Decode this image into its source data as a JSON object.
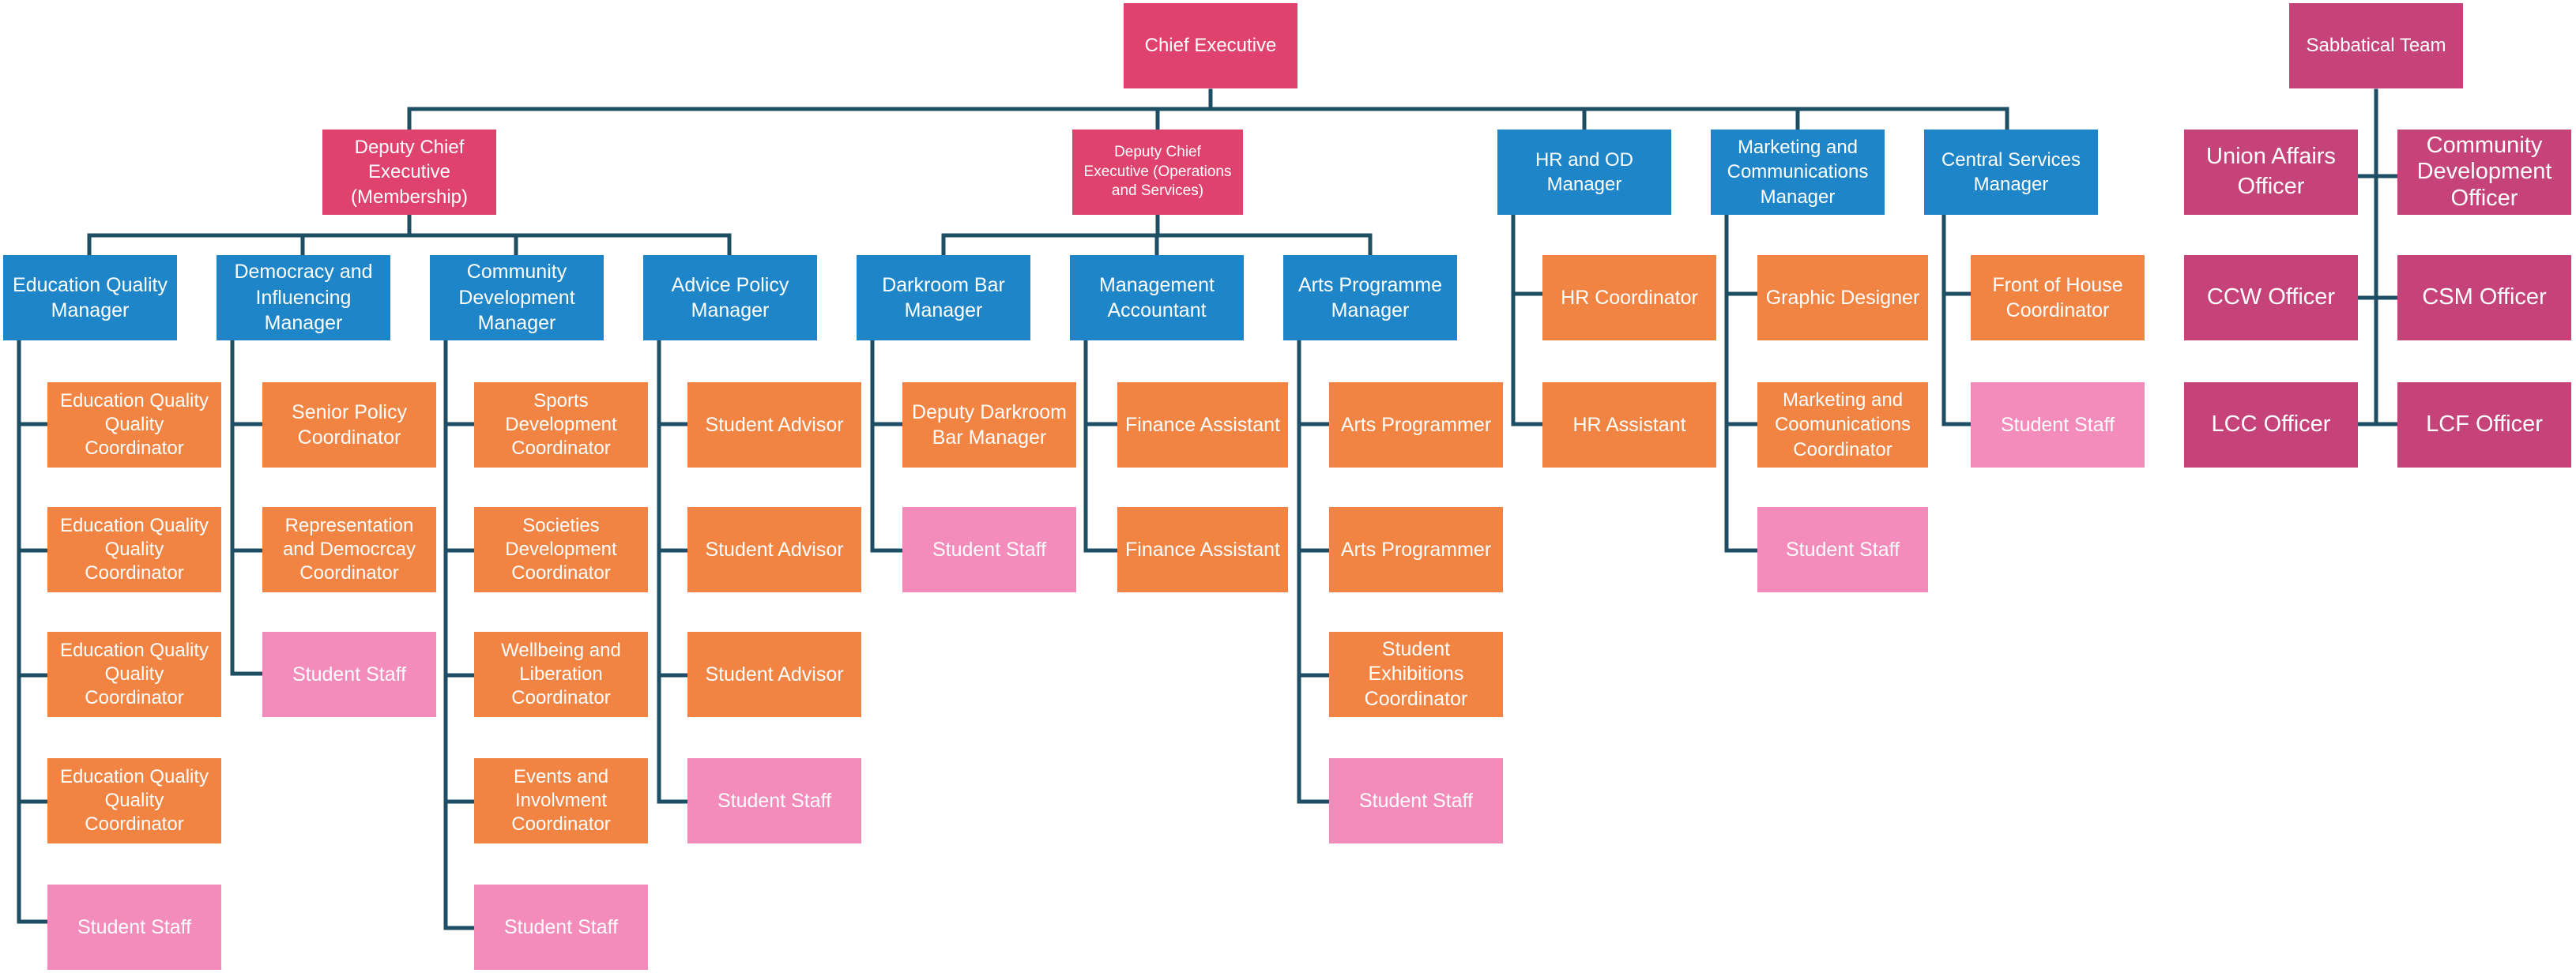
{
  "colors": {
    "executive": "#e0426e",
    "manager": "#1e86c8",
    "staff": "#f28443",
    "student": "#f38bbb",
    "sabbatical": "#c6437a",
    "line": "#1d4e63"
  },
  "nodes": {
    "chief_executive": "Chief Executive",
    "sabbatical_team": "Sabbatical Team",
    "deputy_membership": "Deputy Chief\nExecutive\n(Membership)",
    "deputy_operations": "Deputy Chief\nExecutive (Operations\nand Services)",
    "hr_od_manager": "HR and OD\nManager",
    "marketing_manager": "Marketing and\nCommunications\nManager",
    "central_services_manager": "Central Services\nManager",
    "union_affairs": "Union Affairs\nOfficer",
    "community_dev_officer": "Community\nDevelopment\nOfficer",
    "ccw_officer": "CCW Officer",
    "csm_officer": "CSM Officer",
    "lcc_officer": "LCC Officer",
    "lcf_officer": "LCF Officer",
    "education_quality_manager": "Education Quality\nManager",
    "democracy_manager": "Democracy and\nInfluencing\nManager",
    "community_dev_manager": "Community\nDevelopment\nManager",
    "advice_policy_manager": "Advice Policy\nManager",
    "darkroom_manager": "Darkroom Bar\nManager",
    "management_accountant": "Management\nAccountant",
    "arts_programme_manager": "Arts Programme\nManager",
    "eq_coord_1": "Education Quality\nQuality\nCoordinator",
    "eq_coord_2": "Education Quality\nQuality\nCoordinator",
    "eq_coord_3": "Education Quality\nQuality\nCoordinator",
    "eq_coord_4": "Education Quality\nQuality\nCoordinator",
    "eq_student_staff": "Student Staff",
    "senior_policy": "Senior Policy\nCoordinator",
    "representation": "Representation\nand Democrcay\nCoordinator",
    "dem_student_staff": "Student Staff",
    "sports_dev": "Sports\nDevelopment\nCoordinator",
    "societies_dev": "Societies\nDevelopment\nCoordinator",
    "wellbeing": "Wellbeing and\nLiberation\nCoordinator",
    "events": "Events and\nInvolvment\nCoordinator",
    "cd_student_staff": "Student Staff",
    "advisor_1": "Student Advisor",
    "advisor_2": "Student Advisor",
    "advisor_3": "Student Advisor",
    "adv_student_staff": "Student Staff",
    "deputy_darkroom": "Deputy Darkroom\nBar Manager",
    "dark_student_staff": "Student Staff",
    "finance_1": "Finance Assistant",
    "finance_2": "Finance Assistant",
    "arts_prog_1": "Arts Programmer",
    "arts_prog_2": "Arts Programmer",
    "exhibitions": "Student\nExhibitions\nCoordinator",
    "arts_student_staff": "Student Staff",
    "hr_coordinator": "HR Coordinator",
    "hr_assistant": "HR Assistant",
    "graphic_designer": "Graphic Designer",
    "marketing_coord": "Marketing and\nCoomunications\nCoordinator",
    "mkt_student_staff": "Student Staff",
    "front_of_house": "Front of House\nCoordinator",
    "cs_student_staff": "Student Staff"
  }
}
